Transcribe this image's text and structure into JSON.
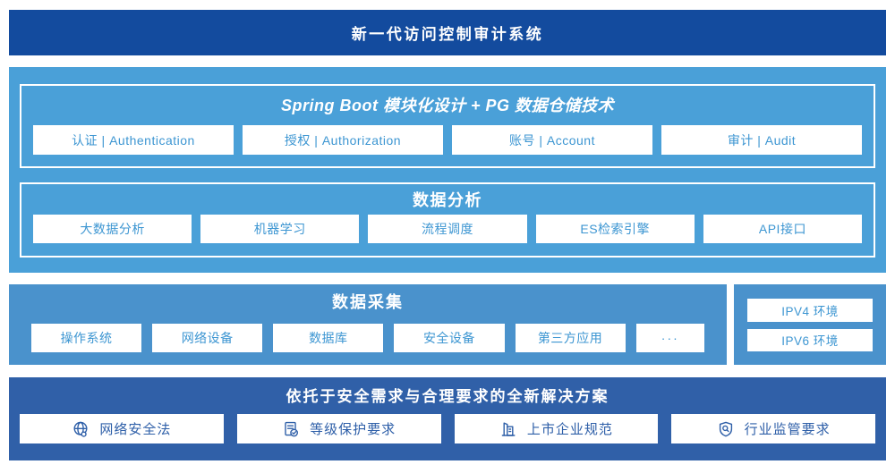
{
  "colors": {
    "banner_bg": "#134b9e",
    "platform_bg": "#4aa0d8",
    "collection_bg": "#4a92cc",
    "solution_bg": "#3060a8",
    "light_button_text": "#3d96d2",
    "solution_button_text": "#2e5fa8",
    "button_bg": "#ffffff"
  },
  "banner": {
    "title": "新一代访问控制审计系统"
  },
  "platform": {
    "modules": {
      "title": "Spring Boot 模块化设计 + PG 数据仓储技术",
      "items": [
        "认证 | Authentication",
        "授权 | Authorization",
        "账号 | Account",
        "审计 | Audit"
      ]
    },
    "analysis": {
      "title": "数据分析",
      "items": [
        "大数据分析",
        "机器学习",
        "流程调度",
        "ES检索引擎",
        "API接口"
      ]
    }
  },
  "collection": {
    "title": "数据采集",
    "items": [
      "操作系统",
      "网络设备",
      "数据库",
      "安全设备",
      "第三方应用",
      "···"
    ]
  },
  "environments": {
    "items": [
      "IPV4 环境",
      "IPV6 环境"
    ]
  },
  "solution": {
    "title": "依托于安全需求与合理要求的全新解决方案",
    "items": [
      {
        "icon": "globe-icon",
        "label": "网络安全法"
      },
      {
        "icon": "document-check-icon",
        "label": "等级保护要求"
      },
      {
        "icon": "building-icon",
        "label": "上市企业规范"
      },
      {
        "icon": "shield-search-icon",
        "label": "行业监管要求"
      }
    ]
  }
}
